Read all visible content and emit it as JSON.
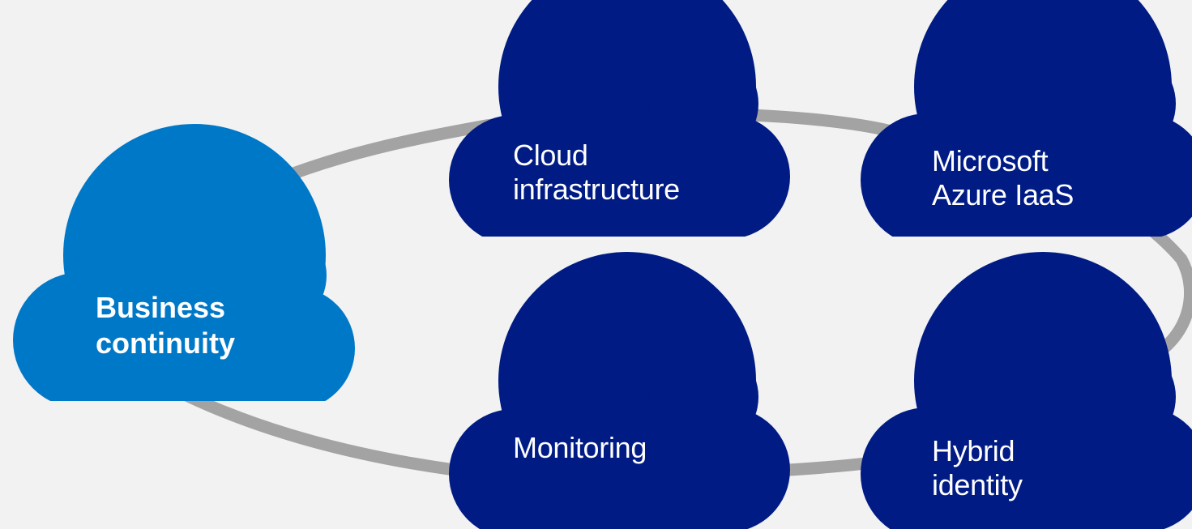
{
  "colors": {
    "background": "#f2f2f2",
    "ring": "#a3a3a3",
    "highlight_cloud": "#0078c8",
    "cloud": "#001b84",
    "text": "#ffffff"
  },
  "icons": {
    "cloud_shape": "cloud-icon"
  },
  "clouds": {
    "business_continuity": {
      "line1": "Business",
      "line2": "continuity",
      "highlighted": true
    },
    "cloud_infrastructure": {
      "line1": "Cloud",
      "line2": "infrastructure"
    },
    "azure_iaas": {
      "line1": "Microsoft",
      "line2": "Azure IaaS"
    },
    "monitoring": {
      "line1": "Monitoring"
    },
    "hybrid_identity": {
      "line1": "Hybrid",
      "line2": "identity"
    }
  }
}
